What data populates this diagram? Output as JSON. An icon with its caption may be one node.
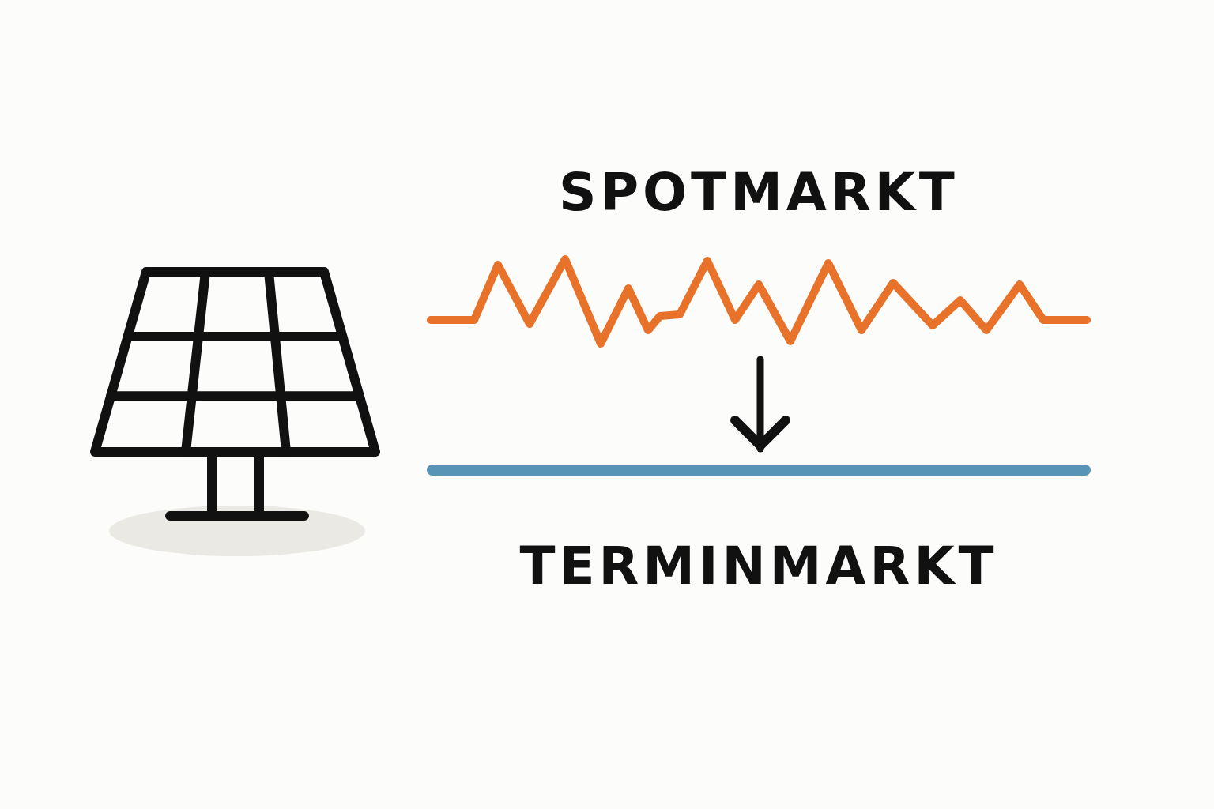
{
  "diagram": {
    "nodes": [
      {
        "text": [
          "SPOTMARKT"
        ]
      },
      {
        "text": [
          "TERMINMARKT"
        ]
      }
    ],
    "edges": [
      {
        "from": 0,
        "to": 1,
        "arrow": "to"
      }
    ]
  }
}
